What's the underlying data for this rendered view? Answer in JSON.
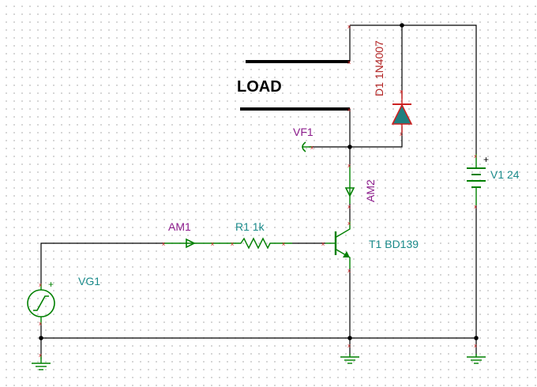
{
  "labels": {
    "load": "LOAD",
    "vf1": "VF1",
    "am1": "AM1",
    "am2": "AM2",
    "r1": "R1 1k",
    "d1": "D1 1N4007",
    "t1": "T1 BD139",
    "vg1": "VG1",
    "v1": "V1 24",
    "vg1_plus": "+",
    "v1_plus": "+"
  },
  "colors": {
    "wire": "#000000",
    "component": "#008000",
    "diode": "#cc2222",
    "diode_fill": "#1f7f7f",
    "label_purple": "#8b1a8b",
    "label_teal": "#1a8a8a",
    "pin_marker": "#cc2222"
  }
}
